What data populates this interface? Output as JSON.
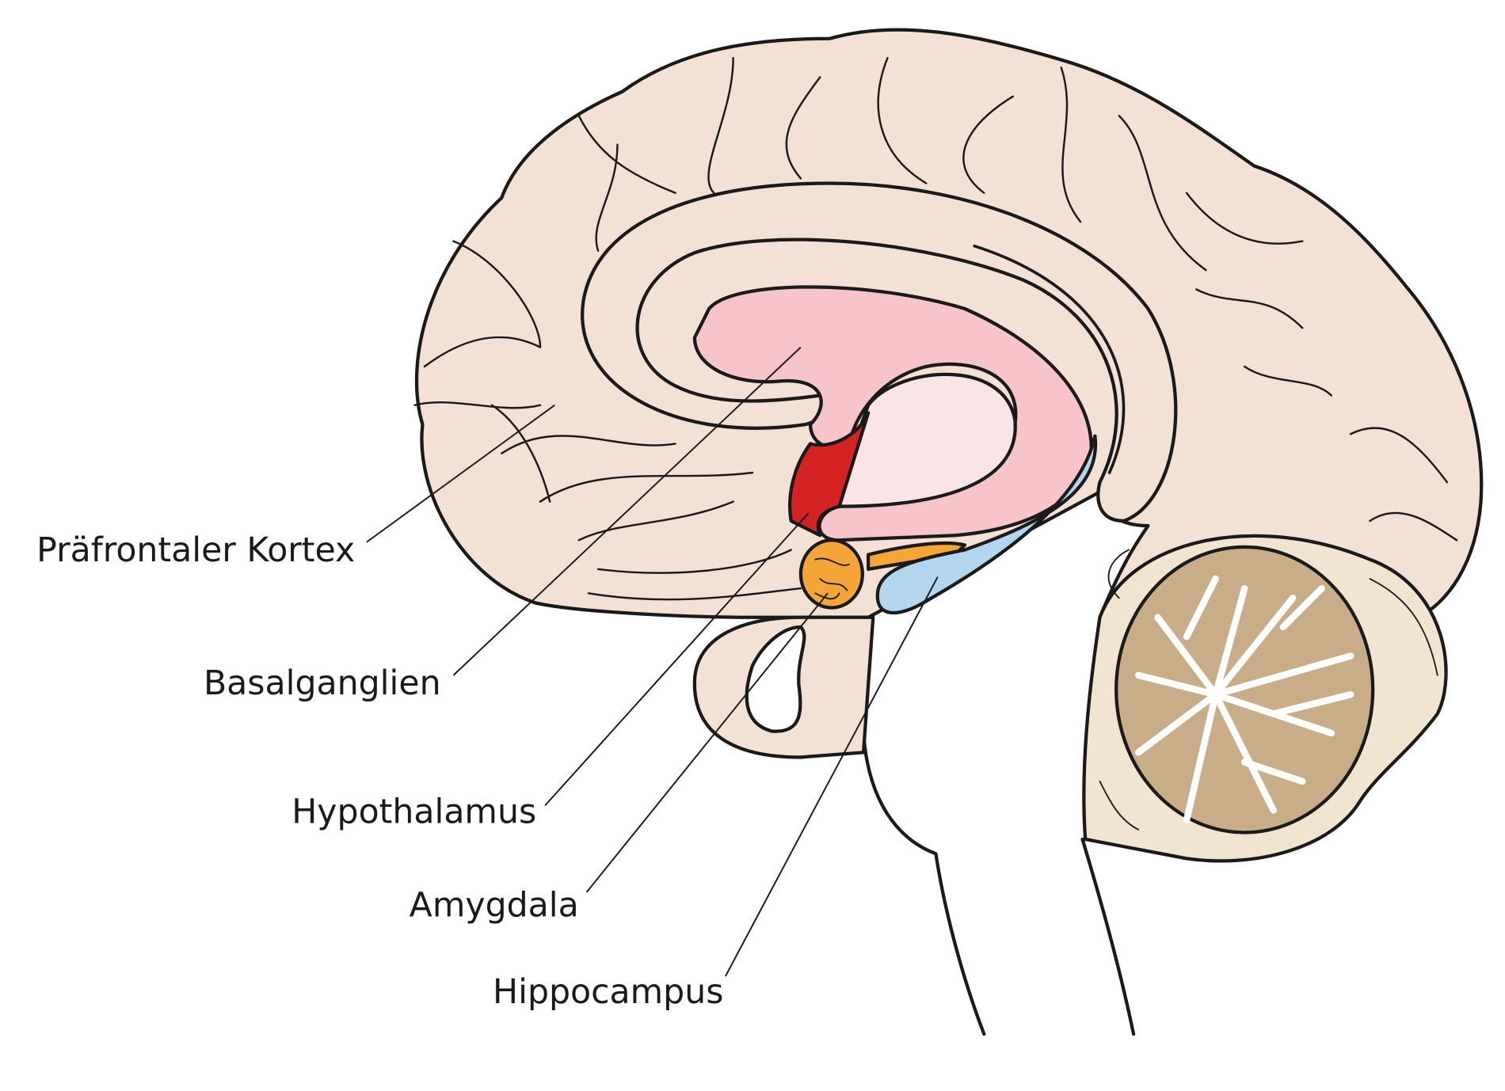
{
  "title": "Brain sagittal section",
  "labels": [
    {
      "id": "prefrontal",
      "text": "Präfrontaler Kortex"
    },
    {
      "id": "basal",
      "text": "Basalganglien"
    },
    {
      "id": "hypothalamus",
      "text": "Hypothalamus"
    },
    {
      "id": "amygdala",
      "text": "Amygdala"
    },
    {
      "id": "hippocampus",
      "text": "Hippocampus"
    }
  ],
  "colors": {
    "cortex": "#f4e1d5",
    "basal_ganglia": "#f6c4c9",
    "thalamus": "#fbe4e6",
    "hypothalamus": "#d42222",
    "amygdala": "#f3a637",
    "hippocampus": "#b3d6ee",
    "cerebellum_outer": "#f1e4d0",
    "cerebellum_inner": "#c9ad88"
  }
}
